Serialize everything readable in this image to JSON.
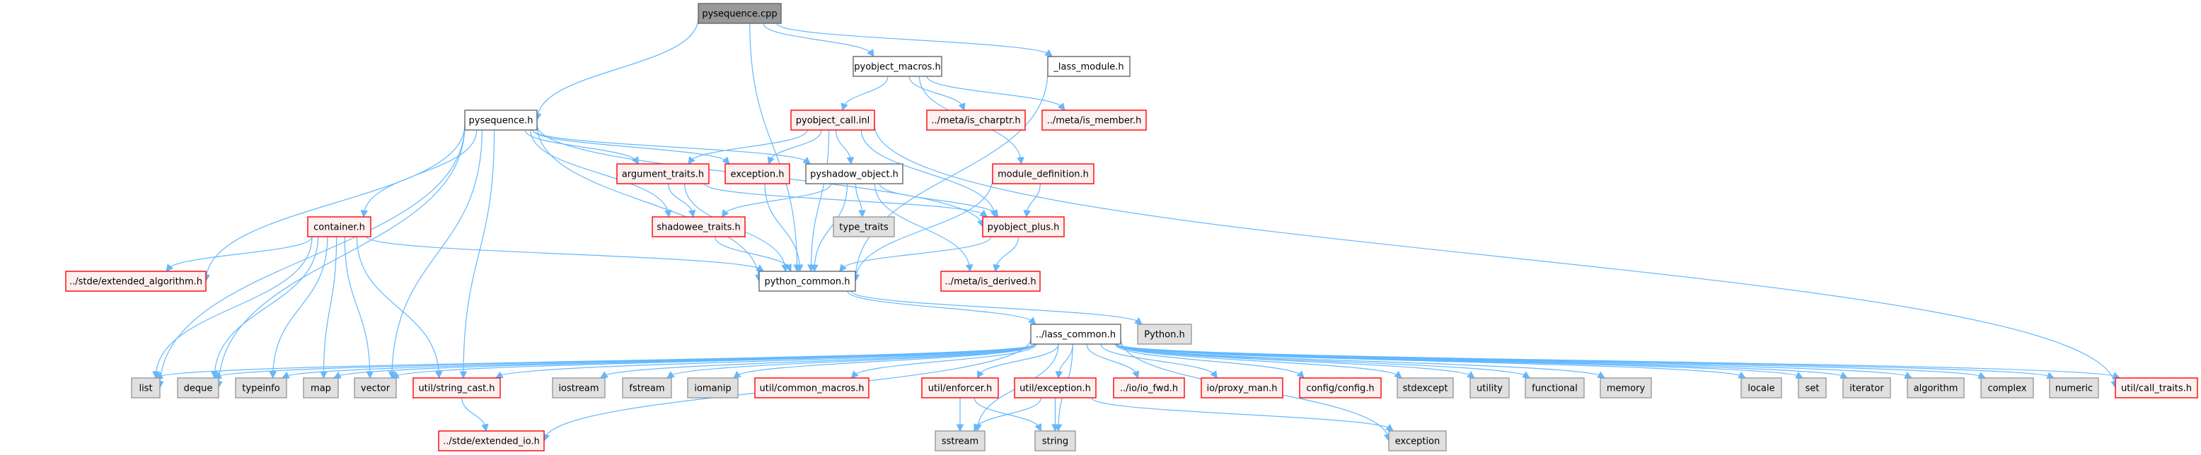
{
  "title": "pysequence.cpp include dependency graph",
  "colors": {
    "edge": "#63b8ff",
    "root_fill": "#999999",
    "missing_fill": "#fff0f0",
    "missing_border": "#ff0000",
    "system_fill": "#e0e0e0"
  },
  "nodes": [
    {
      "id": "pysequence_cpp",
      "label": "pysequence.cpp",
      "kind": "root"
    },
    {
      "id": "pyobject_macros",
      "label": "pyobject_macros.h",
      "kind": "normal"
    },
    {
      "id": "lass_module",
      "label": "_lass_module.h",
      "kind": "normal"
    },
    {
      "id": "pysequence_h",
      "label": "pysequence.h",
      "kind": "normal"
    },
    {
      "id": "pyobject_call",
      "label": "pyobject_call.inl",
      "kind": "missing"
    },
    {
      "id": "is_charptr",
      "label": "../meta/is_charptr.h",
      "kind": "missing"
    },
    {
      "id": "is_member",
      "label": "../meta/is_member.h",
      "kind": "missing"
    },
    {
      "id": "argument_traits",
      "label": "argument_traits.h",
      "kind": "missing"
    },
    {
      "id": "exception_h",
      "label": "exception.h",
      "kind": "missing"
    },
    {
      "id": "pyshadow_object",
      "label": "pyshadow_object.h",
      "kind": "normal"
    },
    {
      "id": "module_definition",
      "label": "module_definition.h",
      "kind": "missing"
    },
    {
      "id": "container",
      "label": "container.h",
      "kind": "missing"
    },
    {
      "id": "shadowee_traits",
      "label": "shadowee_traits.h",
      "kind": "missing"
    },
    {
      "id": "type_traits",
      "label": "type_traits",
      "kind": "system"
    },
    {
      "id": "pyobject_plus",
      "label": "pyobject_plus.h",
      "kind": "missing"
    },
    {
      "id": "extended_algorithm",
      "label": "../stde/extended_algorithm.h",
      "kind": "missing"
    },
    {
      "id": "python_common",
      "label": "python_common.h",
      "kind": "normal"
    },
    {
      "id": "is_derived",
      "label": "../meta/is_derived.h",
      "kind": "missing"
    },
    {
      "id": "lass_common",
      "label": "../lass_common.h",
      "kind": "normal"
    },
    {
      "id": "python_h",
      "label": "Python.h",
      "kind": "system"
    },
    {
      "id": "list",
      "label": "list",
      "kind": "system"
    },
    {
      "id": "deque",
      "label": "deque",
      "kind": "system"
    },
    {
      "id": "typeinfo",
      "label": "typeinfo",
      "kind": "system"
    },
    {
      "id": "map",
      "label": "map",
      "kind": "system"
    },
    {
      "id": "vector",
      "label": "vector",
      "kind": "system"
    },
    {
      "id": "string_cast",
      "label": "util/string_cast.h",
      "kind": "missing"
    },
    {
      "id": "iostream",
      "label": "iostream",
      "kind": "system"
    },
    {
      "id": "fstream",
      "label": "fstream",
      "kind": "system"
    },
    {
      "id": "iomanip",
      "label": "iomanip",
      "kind": "system"
    },
    {
      "id": "common_macros",
      "label": "util/common_macros.h",
      "kind": "missing"
    },
    {
      "id": "enforcer",
      "label": "util/enforcer.h",
      "kind": "missing"
    },
    {
      "id": "util_exception",
      "label": "util/exception.h",
      "kind": "missing"
    },
    {
      "id": "io_fwd",
      "label": "../io/io_fwd.h",
      "kind": "missing"
    },
    {
      "id": "proxy_man",
      "label": "io/proxy_man.h",
      "kind": "missing"
    },
    {
      "id": "config",
      "label": "config/config.h",
      "kind": "missing"
    },
    {
      "id": "stdexcept",
      "label": "stdexcept",
      "kind": "system"
    },
    {
      "id": "utility",
      "label": "utility",
      "kind": "system"
    },
    {
      "id": "functional",
      "label": "functional",
      "kind": "system"
    },
    {
      "id": "memory",
      "label": "memory",
      "kind": "system"
    },
    {
      "id": "locale",
      "label": "locale",
      "kind": "system"
    },
    {
      "id": "set",
      "label": "set",
      "kind": "system"
    },
    {
      "id": "iterator",
      "label": "iterator",
      "kind": "system"
    },
    {
      "id": "algorithm",
      "label": "algorithm",
      "kind": "system"
    },
    {
      "id": "complex",
      "label": "complex",
      "kind": "system"
    },
    {
      "id": "numeric",
      "label": "numeric",
      "kind": "system"
    },
    {
      "id": "call_traits",
      "label": "util/call_traits.h",
      "kind": "missing"
    },
    {
      "id": "extended_io",
      "label": "../stde/extended_io.h",
      "kind": "missing"
    },
    {
      "id": "sstream",
      "label": "sstream",
      "kind": "system"
    },
    {
      "id": "string",
      "label": "string",
      "kind": "system"
    },
    {
      "id": "std_exception",
      "label": "exception",
      "kind": "system"
    }
  ],
  "edges": [
    [
      "pysequence_cpp",
      "pysequence_h"
    ],
    [
      "pysequence_cpp",
      "pyobject_macros"
    ],
    [
      "pysequence_cpp",
      "lass_module"
    ],
    [
      "pysequence_cpp",
      "python_common"
    ],
    [
      "pyobject_macros",
      "pyobject_call"
    ],
    [
      "pyobject_macros",
      "is_charptr"
    ],
    [
      "pyobject_macros",
      "is_member"
    ],
    [
      "pyobject_macros",
      "module_definition"
    ],
    [
      "lass_module",
      "python_common"
    ],
    [
      "pysequence_h",
      "argument_traits"
    ],
    [
      "pysequence_h",
      "exception_h"
    ],
    [
      "pysequence_h",
      "pyshadow_object"
    ],
    [
      "pysequence_h",
      "container"
    ],
    [
      "pysequence_h",
      "shadowee_traits"
    ],
    [
      "pysequence_h",
      "python_common"
    ],
    [
      "pysequence_h",
      "extended_algorithm"
    ],
    [
      "pysequence_h",
      "list"
    ],
    [
      "pysequence_h",
      "deque"
    ],
    [
      "pysequence_h",
      "vector"
    ],
    [
      "pysequence_h",
      "string_cast"
    ],
    [
      "pysequence_h",
      "pyobject_plus"
    ],
    [
      "pyobject_call",
      "argument_traits"
    ],
    [
      "pyobject_call",
      "exception_h"
    ],
    [
      "pyobject_call",
      "pyshadow_object"
    ],
    [
      "pyobject_call",
      "pyobject_plus"
    ],
    [
      "pyobject_call",
      "python_common"
    ],
    [
      "pyobject_call",
      "call_traits"
    ],
    [
      "argument_traits",
      "shadowee_traits"
    ],
    [
      "argument_traits",
      "python_common"
    ],
    [
      "argument_traits",
      "pyobject_plus"
    ],
    [
      "exception_h",
      "python_common"
    ],
    [
      "pyshadow_object",
      "shadowee_traits"
    ],
    [
      "pyshadow_object",
      "type_traits"
    ],
    [
      "pyshadow_object",
      "python_common"
    ],
    [
      "pyshadow_object",
      "pyobject_plus"
    ],
    [
      "pyshadow_object",
      "is_derived"
    ],
    [
      "module_definition",
      "pyobject_plus"
    ],
    [
      "module_definition",
      "python_common"
    ],
    [
      "shadowee_traits",
      "python_common"
    ],
    [
      "pyobject_plus",
      "python_common"
    ],
    [
      "pyobject_plus",
      "is_derived"
    ],
    [
      "container",
      "extended_algorithm"
    ],
    [
      "container",
      "list"
    ],
    [
      "container",
      "deque"
    ],
    [
      "container",
      "typeinfo"
    ],
    [
      "container",
      "map"
    ],
    [
      "container",
      "vector"
    ],
    [
      "container",
      "string_cast"
    ],
    [
      "container",
      "python_common"
    ],
    [
      "python_common",
      "lass_common"
    ],
    [
      "python_common",
      "python_h"
    ],
    [
      "lass_common",
      "list"
    ],
    [
      "lass_common",
      "deque"
    ],
    [
      "lass_common",
      "typeinfo"
    ],
    [
      "lass_common",
      "map"
    ],
    [
      "lass_common",
      "vector"
    ],
    [
      "lass_common",
      "string_cast"
    ],
    [
      "lass_common",
      "iostream"
    ],
    [
      "lass_common",
      "fstream"
    ],
    [
      "lass_common",
      "iomanip"
    ],
    [
      "lass_common",
      "common_macros"
    ],
    [
      "lass_common",
      "enforcer"
    ],
    [
      "lass_common",
      "util_exception"
    ],
    [
      "lass_common",
      "io_fwd"
    ],
    [
      "lass_common",
      "proxy_man"
    ],
    [
      "lass_common",
      "config"
    ],
    [
      "lass_common",
      "stdexcept"
    ],
    [
      "lass_common",
      "utility"
    ],
    [
      "lass_common",
      "functional"
    ],
    [
      "lass_common",
      "memory"
    ],
    [
      "lass_common",
      "locale"
    ],
    [
      "lass_common",
      "set"
    ],
    [
      "lass_common",
      "iterator"
    ],
    [
      "lass_common",
      "algorithm"
    ],
    [
      "lass_common",
      "complex"
    ],
    [
      "lass_common",
      "numeric"
    ],
    [
      "lass_common",
      "call_traits"
    ],
    [
      "lass_common",
      "extended_io"
    ],
    [
      "lass_common",
      "sstream"
    ],
    [
      "lass_common",
      "string"
    ],
    [
      "lass_common",
      "std_exception"
    ],
    [
      "string_cast",
      "extended_io"
    ],
    [
      "enforcer",
      "sstream"
    ],
    [
      "enforcer",
      "string"
    ],
    [
      "util_exception",
      "sstream"
    ],
    [
      "util_exception",
      "string"
    ],
    [
      "util_exception",
      "std_exception"
    ]
  ]
}
